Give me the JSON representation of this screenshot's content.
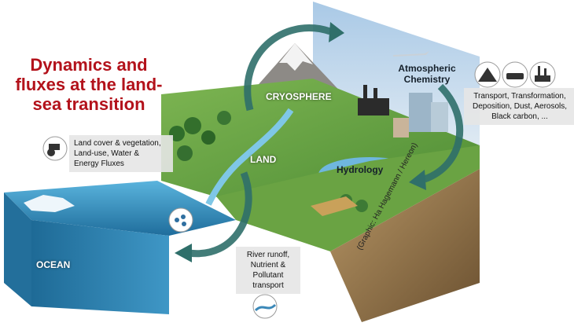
{
  "title": "Dynamics and fluxes at the land-sea transition",
  "title_lines": [
    "Dynamics and",
    "fluxes at the land-",
    "sea transition"
  ],
  "labels": {
    "cryosphere": "CRYOSPHERE",
    "land": "LAND",
    "atmospheric": "Atmospheric Chemistry",
    "hydrology": "Hydrology",
    "ocean": "OCEAN"
  },
  "boxes": {
    "atmo_desc": "Transport, Transformation, Deposition, Dust, Aerosols, Black carbon, ...",
    "atmo_lines": [
      "Transport, Transformation,",
      "Deposition, Dust, Aerosols,",
      "Black carbon, ..."
    ],
    "land_lines": [
      "Land cover & vegetation,",
      "Land-use, Water &",
      "Energy Fluxes"
    ],
    "river_lines": [
      "River runoff,",
      "Nutrient &",
      "Pollutant",
      "transport"
    ]
  },
  "credit": "(Graphic: Ha Hagemann / Hereon)",
  "icons": [
    "volcano-icon",
    "car-icon",
    "factory-icon",
    "tractor-icon",
    "ocean-plankton-icon",
    "river-icon"
  ],
  "colors": {
    "title": "#b3121b",
    "arrow": "#2f6f6a",
    "ocean": "#2f8fbf",
    "land": "#6ea84a",
    "soil": "#8a6b44"
  }
}
